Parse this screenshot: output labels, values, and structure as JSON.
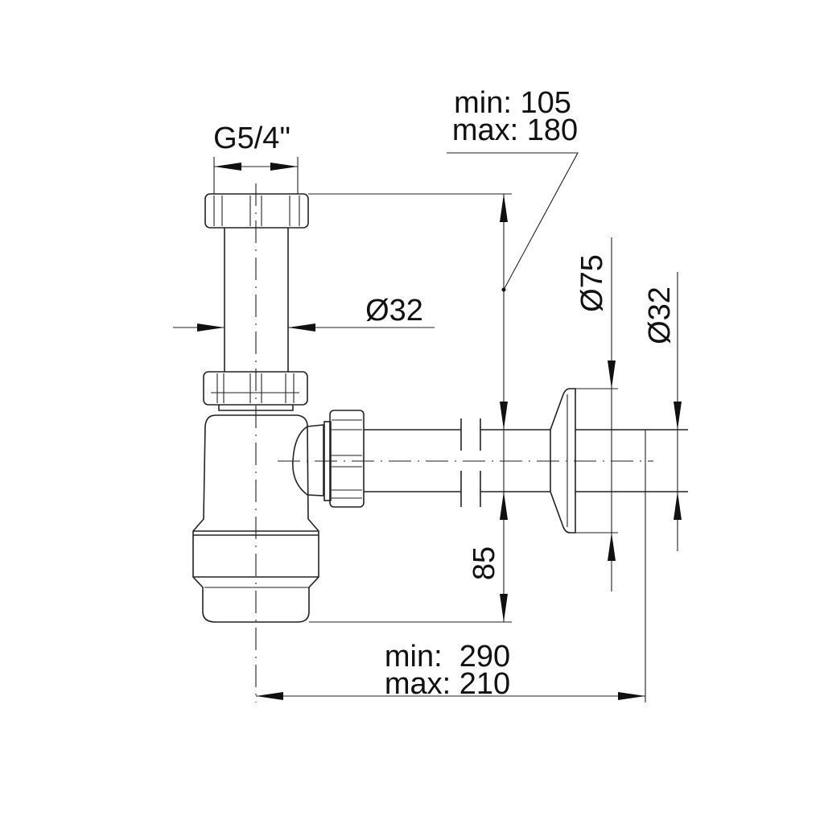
{
  "labels": {
    "thread": "G5/4\"",
    "inlet_diameter": "Ø32",
    "height_min": "min: 105",
    "height_max": "max: 180",
    "flange_diameter": "Ø75",
    "outlet_diameter": "Ø32",
    "outlet_height": "85",
    "length_min": "min:  290",
    "length_max": "max: 210"
  },
  "colors": {
    "line": "#222222",
    "background": "#ffffff"
  }
}
